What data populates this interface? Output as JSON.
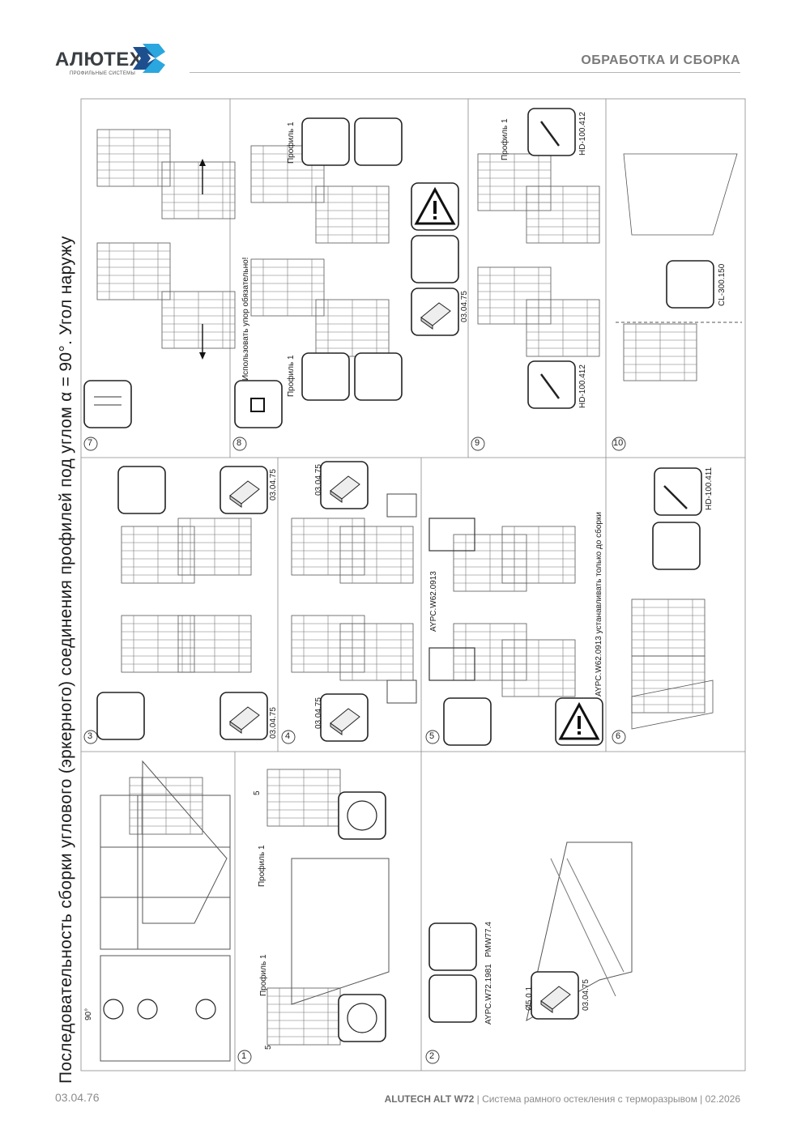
{
  "header": {
    "logo_text": "АЛЮТЕХ",
    "logo_subtitle": "ПРОФИЛЬНЫЕ СИСТЕМЫ",
    "section_title": "ОБРАБОТКА И СБОРКА",
    "colors": {
      "logo_blue": "#2aa7de",
      "logo_dark": "#1d4f8f",
      "text_gray": "#7a7a7a"
    }
  },
  "title": "Последовательность сборки углового (эркерного) соединения профилей под углом α = 90°. Угол наружу",
  "steps": [
    {
      "number": "1",
      "angle_label": "90°",
      "profile_label_a": "Профиль 1",
      "profile_label_b": "Профиль 1",
      "dim_a": "5",
      "dim_b": "5"
    },
    {
      "number": "2",
      "part_a": "AYPC.W72.1981",
      "part_b": "PMW77.4",
      "drill": "Ø5.0 1",
      "code": "03.04.75"
    },
    {
      "number": "3",
      "code_a": "03.04.75",
      "code_b": "03.04.75"
    },
    {
      "number": "4",
      "code_a": "03.04.75",
      "code_b": "03.04.75"
    },
    {
      "number": "5",
      "part": "AYPC.W62.0913",
      "warning": "AYPC.W62.0913 устанавливать только до сборки"
    },
    {
      "number": "6",
      "tool": "HD-100.411"
    },
    {
      "number": "7"
    },
    {
      "number": "8",
      "note": "Использовать упор обязательно!",
      "profile_a": "Профиль 1",
      "profile_b": "Профиль 1",
      "code": "03.04.75"
    },
    {
      "number": "9",
      "profile": "Профиль 1",
      "tool_a": "HD-100.412",
      "tool_b": "HD-100.412"
    },
    {
      "number": "10",
      "tool": "CL-300.150"
    }
  ],
  "footer": {
    "page_code": "03.04.76",
    "brand": "ALUTECH ALT W72",
    "description": " | Система рамного остекления с терморазрывом | 02.2026"
  }
}
